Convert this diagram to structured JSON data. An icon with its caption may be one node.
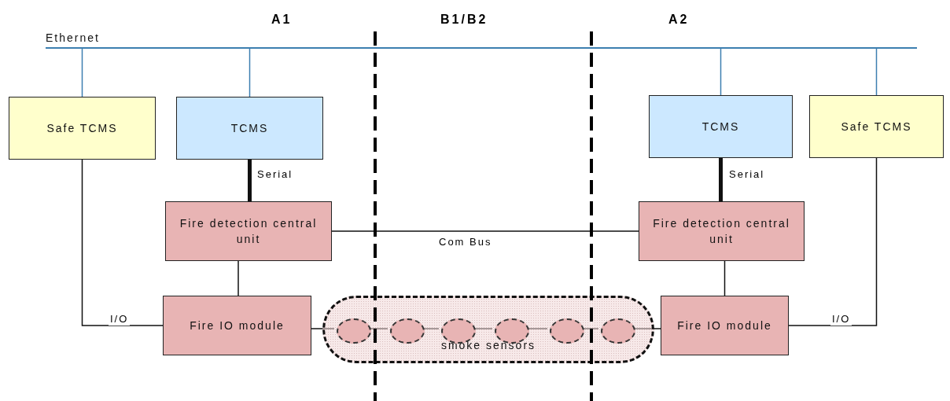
{
  "diagram": {
    "nodes": [
      {
        "text": [
          "Ethernet"
        ]
      },
      {
        "text": [
          "Safe TCMS"
        ]
      },
      {
        "text": [
          "TCMS"
        ]
      },
      {
        "text": [
          "TCMS"
        ]
      },
      {
        "text": [
          "Safe TCMS"
        ]
      },
      {
        "text": [
          "Fire detection central unit"
        ]
      },
      {
        "text": [
          "Fire detection central unit"
        ]
      },
      {
        "text": [
          "Fire IO module"
        ]
      },
      {
        "text": [
          "smoke sensors"
        ]
      },
      {
        "text": [],
        "shape": "circle",
        "in": 8
      },
      {
        "text": [],
        "shape": "circle",
        "in": 8
      },
      {
        "text": [],
        "shape": "circle",
        "in": 8
      },
      {
        "text": [],
        "shape": "circle",
        "in": 8
      },
      {
        "text": [],
        "shape": "circle",
        "in": 8
      },
      {
        "text": [],
        "shape": "circle",
        "in": 8
      },
      {
        "text": [
          "Fire IO module"
        ]
      }
    ],
    "edges": [
      {
        "from": 0,
        "to": 1,
        "arrow": "none",
        "color": "#3d7fb0"
      },
      {
        "from": 0,
        "to": 2,
        "arrow": "none",
        "color": "#3d7fb0"
      },
      {
        "from": 0,
        "to": 3,
        "arrow": "none",
        "color": "#3d7fb0"
      },
      {
        "from": 0,
        "to": 4,
        "arrow": "none",
        "color": "#3d7fb0"
      },
      {
        "from": 2,
        "to": 5,
        "arrow": "none",
        "label": "Serial",
        "style": "thick"
      },
      {
        "from": 3,
        "to": 6,
        "arrow": "none",
        "label": "Serial",
        "style": "thick"
      },
      {
        "from": 5,
        "to": 6,
        "arrow": "none",
        "label": "Com Bus"
      },
      {
        "from": 5,
        "to": 7,
        "arrow": "none"
      },
      {
        "from": 6,
        "to": 15,
        "arrow": "none"
      },
      {
        "from": 1,
        "to": 7,
        "arrow": "none",
        "label": "I/O"
      },
      {
        "from": 4,
        "to": 15,
        "arrow": "none",
        "label": "I/O"
      },
      {
        "from": 7,
        "to": 9,
        "arrow": "none"
      },
      {
        "from": 9,
        "to": 10,
        "arrow": "none"
      },
      {
        "from": 10,
        "to": 11,
        "arrow": "none"
      },
      {
        "from": 11,
        "to": 12,
        "arrow": "none"
      },
      {
        "from": 12,
        "to": 13,
        "arrow": "none"
      },
      {
        "from": 13,
        "to": 14,
        "arrow": "none"
      },
      {
        "from": 14,
        "to": 15,
        "arrow": "none"
      }
    ],
    "labels": [
      "A1",
      "B1/B2",
      "A2"
    ]
  }
}
